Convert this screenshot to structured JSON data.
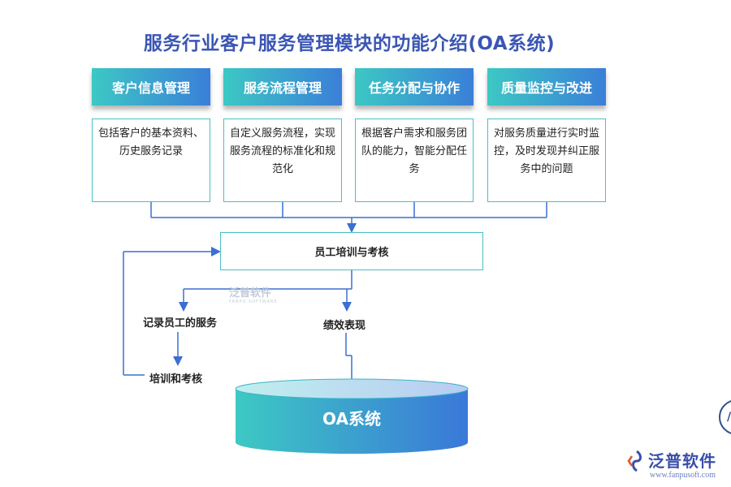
{
  "title": "服务行业客户服务管理模块的功能介绍(OA系统)",
  "modules": [
    {
      "heading": "客户信息管理",
      "desc": "包括客户的基本资料、历史服务记录"
    },
    {
      "heading": "服务流程管理",
      "desc": "自定义服务流程，实现服务流程的标准化和规范化"
    },
    {
      "heading": "任务分配与协作",
      "desc": "根据客户需求和服务团队的能力，智能分配任务"
    },
    {
      "heading": "质量监控与改进",
      "desc": "对服务质量进行实时监控，及时发现并纠正服务中的问题"
    }
  ],
  "training_box": "员工培训与考核",
  "record_service": "记录员工的服务",
  "performance": "绩效表现",
  "training_exam": "培训和考核",
  "oa_system": "OA系统",
  "watermark": {
    "name": "泛普软件",
    "sub": "FANPU SOFTWARE"
  },
  "logo": {
    "name": "泛普软件",
    "url": "www.fanpusoft.com"
  },
  "side_badge": "/",
  "colors": {
    "title": "#3a56b4",
    "gradient_start": "#3cc8c4",
    "gradient_end": "#3a7fd8",
    "border": "#49bfc9",
    "arrow": "#3b6fd1"
  }
}
